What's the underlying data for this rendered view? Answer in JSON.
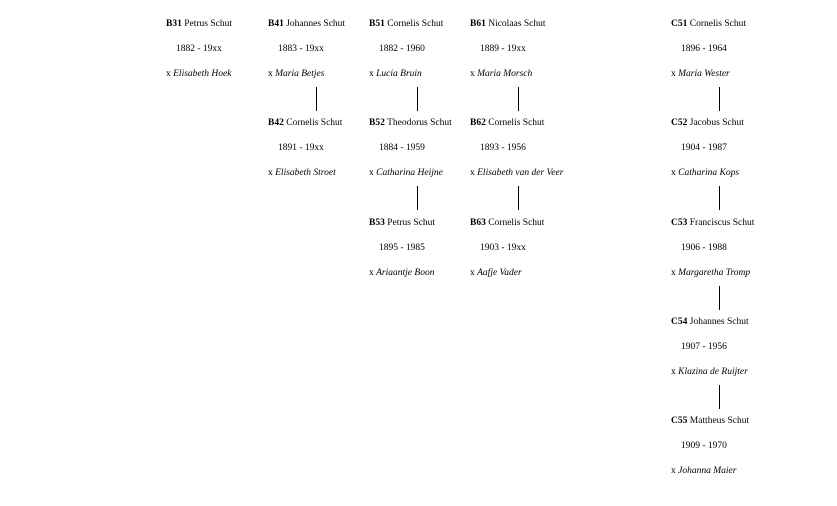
{
  "columns": [
    {
      "entries": [
        {
          "code": "B31",
          "name": "Petrus Schut",
          "dates": "1882 - 19xx",
          "spouse_prefix": "x",
          "spouse": "Elisabeth Hoek"
        }
      ]
    },
    {
      "entries": [
        {
          "code": "B41",
          "name": "Johannes Schut",
          "dates": "1883 - 19xx",
          "spouse_prefix": "x",
          "spouse": "Maria Betjes"
        },
        {
          "code": "B42",
          "name": "Cornelis Schut",
          "dates": "1891 - 19xx",
          "spouse_prefix": "x",
          "spouse": "Elisabeth Stroet"
        }
      ]
    },
    {
      "entries": [
        {
          "code": "B51",
          "name": "Cornelis Schut",
          "dates": "1882 - 1960",
          "spouse_prefix": "x",
          "spouse": "Lucia Bruin"
        },
        {
          "code": "B52",
          "name": "Theodorus Schut",
          "dates": "1884 - 1959",
          "spouse_prefix": "x",
          "spouse": "Catharina Heijne"
        },
        {
          "code": "B53",
          "name": "Petrus Schut",
          "dates": "1895 - 1985",
          "spouse_prefix": "x",
          "spouse": "Ariaantje Boon"
        }
      ]
    },
    {
      "entries": [
        {
          "code": "B61",
          "name": "Nicolaas Schut",
          "dates": "1889 - 19xx",
          "spouse_prefix": "x",
          "spouse": "Maria Morsch"
        },
        {
          "code": "B62",
          "name": "Cornelis Schut",
          "dates": "1893 - 1956",
          "spouse_prefix": "x",
          "spouse": "Elisabeth van der Veer"
        },
        {
          "code": "B63",
          "name": "Cornelis Schut",
          "dates": "1903 - 19xx",
          "spouse_prefix": "x",
          "spouse": "Aafje Vader"
        }
      ]
    },
    {
      "entries": [
        {
          "code": "C51",
          "name": "Cornelis Schut",
          "dates": "1896 - 1964",
          "spouse_prefix": "x",
          "spouse": "Maria Wester"
        },
        {
          "code": "C52",
          "name": "Jacobus Schut",
          "dates": "1904 - 1987",
          "spouse_prefix": "x",
          "spouse": "Catharina Kops"
        },
        {
          "code": "C53",
          "name": "Franciscus Schut",
          "dates": "1906 - 1988",
          "spouse_prefix": "x",
          "spouse": "Margaretha Tromp"
        },
        {
          "code": "C54",
          "name": "Johannes Schut",
          "dates": "1907 - 1956",
          "spouse_prefix": "x",
          "spouse": "Klazina de Ruijter"
        },
        {
          "code": "C55",
          "name": "Mattheus Schut",
          "dates": "1909 - 1970",
          "spouse_prefix": "x",
          "spouse": "Johanna Maier"
        }
      ]
    }
  ]
}
